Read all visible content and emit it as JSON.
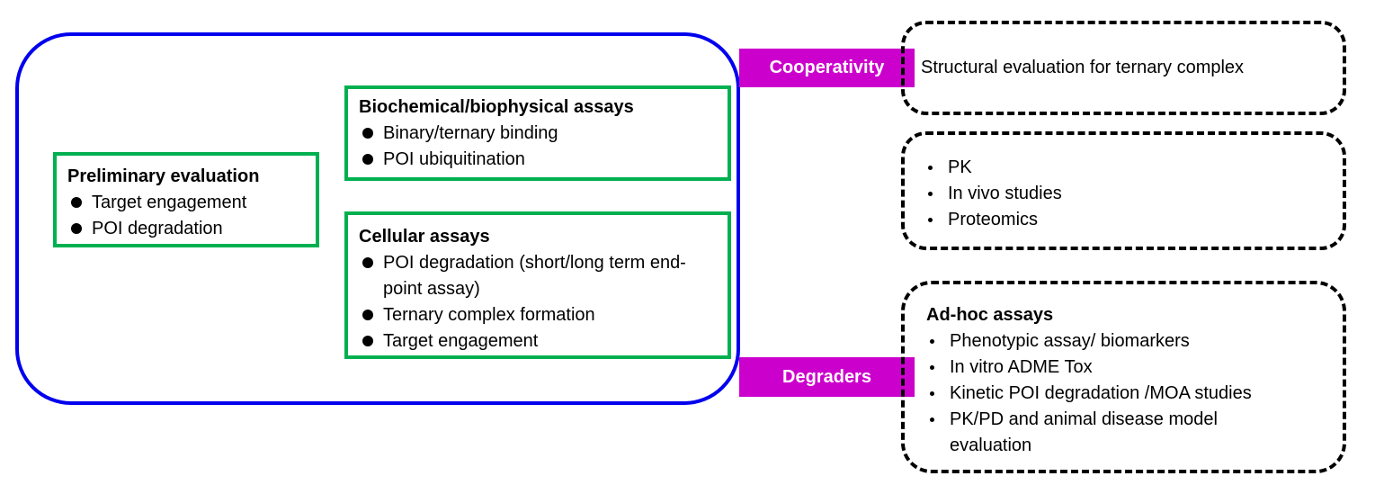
{
  "preliminary": {
    "title": "Preliminary evaluation",
    "items": [
      "Target engagement",
      "POI degradation"
    ]
  },
  "biochemical": {
    "title": "Biochemical/biophysical assays",
    "items": [
      "Binary/ternary binding",
      "POI ubiquitination"
    ]
  },
  "cellular": {
    "title": "Cellular assays",
    "items": [
      "POI degradation (short/long term end-point assay)",
      "Ternary complex formation",
      "Target engagement"
    ]
  },
  "labels": {
    "cooperativity": "Cooperativity",
    "degraders": "Degraders"
  },
  "structural": {
    "text": "Structural evaluation for ternary complex"
  },
  "pk_box": {
    "items": [
      "PK",
      "In vivo studies",
      "Proteomics"
    ]
  },
  "adhoc": {
    "title": "Ad-hoc assays",
    "items": [
      "Phenotypic assay/ biomarkers",
      "In vitro ADME Tox",
      "Kinetic POI degradation /MOA studies",
      "PK/PD and animal disease model evaluation"
    ]
  },
  "colors": {
    "outer_border": "#0000ee",
    "green_border": "#00b050",
    "label_fill": "#cc00cc",
    "dashed_border": "#000000"
  }
}
